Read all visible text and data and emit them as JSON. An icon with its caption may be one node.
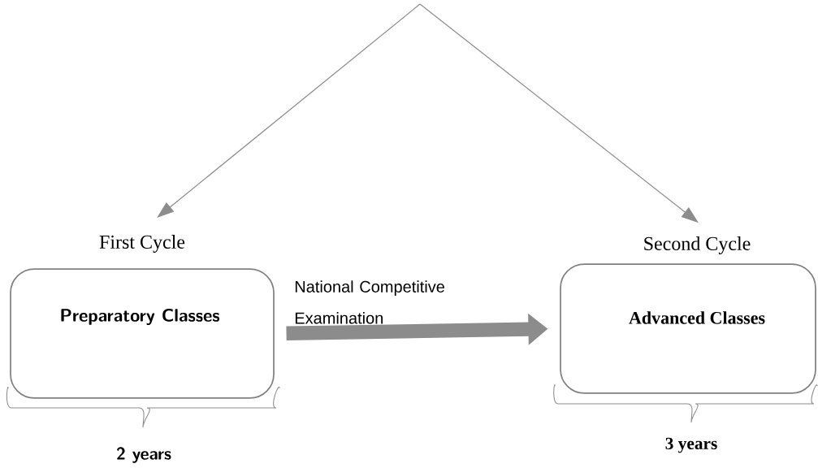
{
  "diagram": {
    "nodes": [
      {
        "text": [
          "First Cycle",
          "Preparatory Classes"
        ],
        "beside": [
          "2 years"
        ]
      },
      {
        "text": [
          "Second Cycle",
          "Advanced Classes"
        ],
        "beside": [
          "3 years"
        ]
      }
    ],
    "edges": [
      {
        "from": null,
        "to": 0,
        "arrow": "to"
      },
      {
        "from": null,
        "to": 1,
        "arrow": "to"
      },
      {
        "from": 0,
        "to": 1,
        "arrow": "to",
        "label": "National Competitive Examination",
        "style": "thick"
      }
    ]
  }
}
